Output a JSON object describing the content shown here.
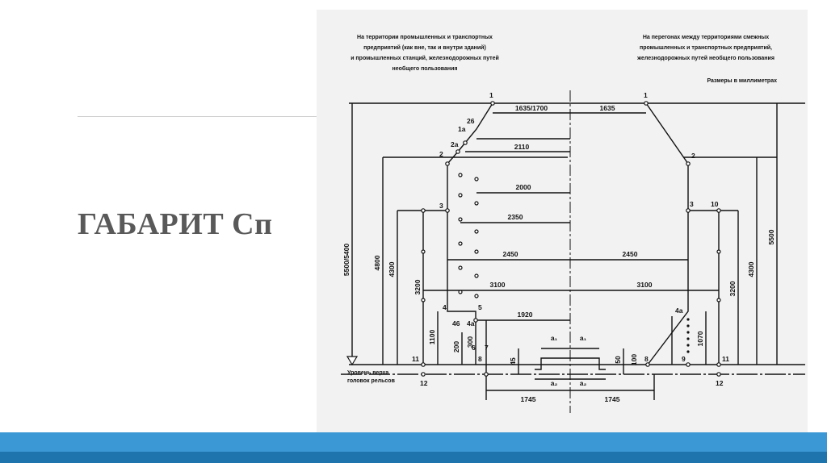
{
  "slide": {
    "title": "ГАБАРИТ Сп"
  },
  "diagram": {
    "header_left": [
      "На территории промышленных и транспортных",
      "предприятий (как вне, так и внутри зданий)",
      "и промышленных станций, железнодорожных путей",
      "необщего пользования"
    ],
    "header_right": [
      "На перегонах между территориями смежных",
      "промышленных и транспортных предприятий,",
      "железнодорожных путей необщего пользования"
    ],
    "units_note": "Размеры в миллиметрах",
    "rail_label": [
      "Уровень верха",
      "головок рельсов"
    ],
    "dims": {
      "top_left": "1635/1700",
      "top_right": "1635",
      "w2110": "2110",
      "w2000": "2000",
      "w2350": "2350",
      "w2450_left": "2450",
      "w2450_right": "2450",
      "w3100_left": "3100",
      "w3100_right": "3100",
      "w1920": "1920",
      "bottom_left": "1745",
      "bottom_right": "1745",
      "a1_left": "a₁",
      "a1_right": "a₁",
      "a2_left": "a₂",
      "a2_right": "a₂",
      "d50": "50",
      "d100": "100",
      "d45": "45",
      "d200": "200",
      "d300": "300",
      "d1100": "1100",
      "d1070": "1070",
      "h5500_5400": "5500/5400",
      "h4800": "4800",
      "h4300_left": "4300",
      "h3200_left": "3200",
      "h5500": "5500",
      "h4300_right": "4300",
      "h3200_right": "3200"
    },
    "points": {
      "p1_left": "1",
      "p26": "26",
      "p1a": "1а",
      "p2a": "2а",
      "p2_left": "2",
      "p3_left": "3",
      "p4": "4",
      "p46": "46",
      "p4a_left": "4а",
      "p5": "5",
      "p6": "6",
      "p7": "7",
      "p8_left": "8",
      "p11_left": "11",
      "p12_left": "12",
      "p1_right": "1",
      "p2_right": "2",
      "p3_right": "3",
      "p10": "10",
      "p4a_right": "4а",
      "p8_right": "8",
      "p9": "9",
      "p11_right": "11",
      "p12_right": "12"
    }
  }
}
